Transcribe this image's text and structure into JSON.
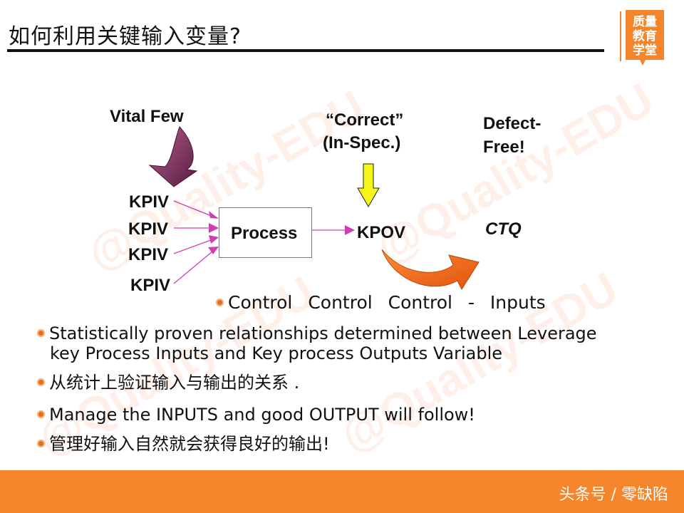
{
  "slide": {
    "title": "如何利用关键输入变量?",
    "logo_text": [
      "质量",
      "教育",
      "学堂"
    ],
    "watermark": "@Quality-EDU",
    "footer": "头条号 / 零缺陷"
  },
  "diagram": {
    "vital_few": "Vital Few",
    "correct": "“Correct”",
    "in_spec": "(In-Spec.)",
    "defect": "Defect-",
    "free": "Free!",
    "kpiv": [
      "KPIV",
      "KPIV",
      "KPIV",
      "KPIV"
    ],
    "process": "Process",
    "kpov": "KPOV",
    "ctq": "CTQ"
  },
  "bullets": {
    "control_line": "Control Control Control - Inputs",
    "items": [
      "Statistically proven relationships  determined between Leverage",
      "key Process Inputs and  Key process Outputs Variable",
      "从统计上验证输入与输出的关系 .",
      "Manage the INPUTS and good OUTPUT will follow!",
      "管理好输入自然就会获得良好的输出!"
    ]
  },
  "colors": {
    "accent": "#f5852a",
    "arrow_purple": "#7a2a55",
    "arrow_orange": "#f26a1b",
    "arrow_yellow": "#f5f51a",
    "line_magenta": "#d23cb4"
  }
}
